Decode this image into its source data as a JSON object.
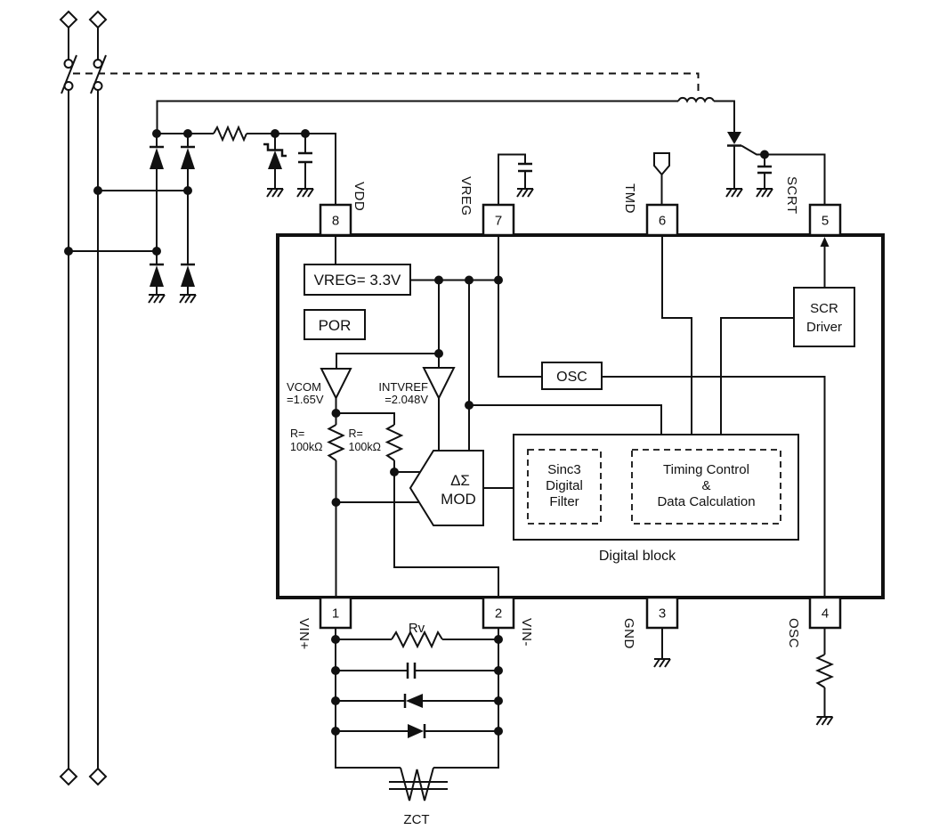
{
  "diagram": {
    "kind": "IC application circuit schematic",
    "line_color": "#111111",
    "background": "#ffffff"
  },
  "pins": {
    "p1": {
      "num": "1",
      "label": "VIN+"
    },
    "p2": {
      "num": "2",
      "label": "VIN-"
    },
    "p3": {
      "num": "3",
      "label": "GND"
    },
    "p4": {
      "num": "4",
      "label": "OSC"
    },
    "p5": {
      "num": "5",
      "label": "SCRT"
    },
    "p6": {
      "num": "6",
      "label": "TMD"
    },
    "p7": {
      "num": "7",
      "label": "VREG"
    },
    "p8": {
      "num": "8",
      "label": "VDD"
    }
  },
  "blocks": {
    "vreg_label": "VREG= 3.3V",
    "por_label": "POR",
    "vcom_name": "VCOM",
    "vcom_value": "=1.65V",
    "intvref_name": "INTVREF",
    "intvref_value": "=2.048V",
    "r1_name": "R=",
    "r1_value": "100kΩ",
    "r2_name": "R=",
    "r2_value": "100kΩ",
    "mod_line1": "ΔΣ",
    "mod_line2": "MOD",
    "osc_label": "OSC",
    "scr_line1": "SCR",
    "scr_line2": "Driver",
    "sinc3_line1": "Sinc3",
    "sinc3_line2": "Digital",
    "sinc3_line3": "Filter",
    "timing_line1": "Timing Control",
    "timing_line2": "&",
    "timing_line3": "Data Calculation",
    "digital_block_label": "Digital block"
  },
  "external": {
    "rv_label": "Rv",
    "zct_label": "ZCT"
  }
}
